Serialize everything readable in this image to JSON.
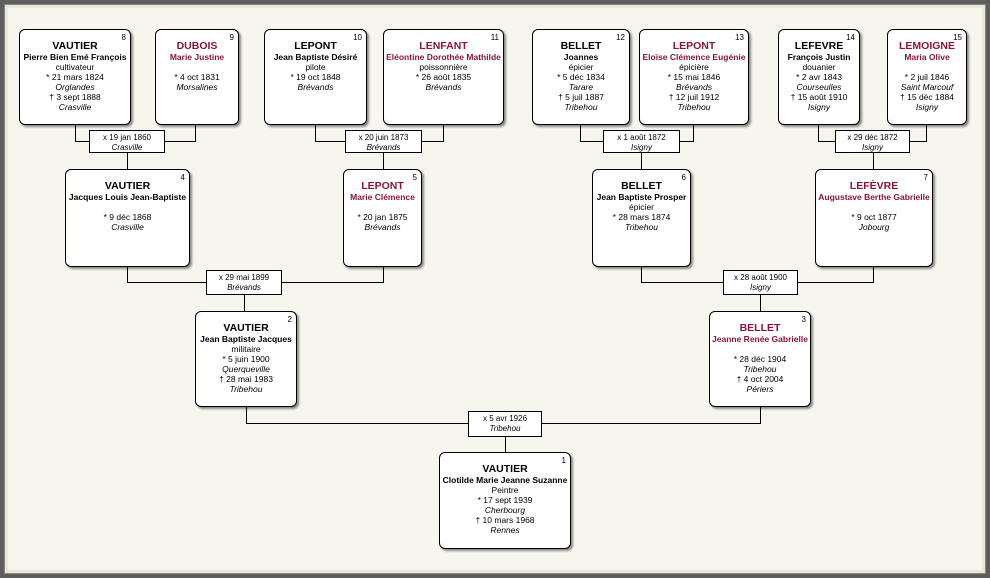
{
  "persons": [
    {
      "num": "8",
      "surname": "VAUTIER",
      "given": "Pierre Bien Emé François",
      "lines": [
        {
          "t": "cultivateur"
        },
        {
          "t": "* 21 mars 1824"
        },
        {
          "t": "Orglandes",
          "i": true
        },
        {
          "t": "† 3 sept 1888"
        },
        {
          "t": "Crasville",
          "i": true
        }
      ]
    },
    {
      "num": "9",
      "surname": "DUBOIS",
      "given": "Marie Justine",
      "lines": [
        {
          "t": ""
        },
        {
          "t": "* 4 oct 1831"
        },
        {
          "t": "Morsalines",
          "i": true
        }
      ]
    },
    {
      "num": "10",
      "surname": "LEPONT",
      "given": "Jean Baptiste Désiré",
      "lines": [
        {
          "t": "pilote"
        },
        {
          "t": "* 19 oct 1848"
        },
        {
          "t": "Brévands",
          "i": true
        }
      ]
    },
    {
      "num": "11",
      "surname": "LENFANT",
      "given": "Eléontine Dorothée Mathilde",
      "lines": [
        {
          "t": "poissonnière"
        },
        {
          "t": "* 26 août 1835"
        },
        {
          "t": "Brévands",
          "i": true
        }
      ]
    },
    {
      "num": "12",
      "surname": "BELLET",
      "given": "Joannes",
      "lines": [
        {
          "t": "épicier"
        },
        {
          "t": "* 5 déc 1834"
        },
        {
          "t": "Tarare",
          "i": true
        },
        {
          "t": "† 5 juil 1887"
        },
        {
          "t": "Tribehou",
          "i": true
        }
      ]
    },
    {
      "num": "13",
      "surname": "LEPONT",
      "given": "Eloïse Clémence Eugénie",
      "lines": [
        {
          "t": "épicière"
        },
        {
          "t": "* 15 mai 1846"
        },
        {
          "t": "Brévands",
          "i": true
        },
        {
          "t": "† 12 juil 1912"
        },
        {
          "t": "Tribehou",
          "i": true
        }
      ]
    },
    {
      "num": "14",
      "surname": "LEFEVRE",
      "given": "François Justin",
      "lines": [
        {
          "t": "douanier"
        },
        {
          "t": "* 2 avr 1843"
        },
        {
          "t": "Courseulles",
          "i": true
        },
        {
          "t": "† 15 août 1910"
        },
        {
          "t": "Isigny",
          "i": true
        }
      ]
    },
    {
      "num": "15",
      "surname": "LEMOIGNE",
      "given": "Maria Olive",
      "lines": [
        {
          "t": ""
        },
        {
          "t": "* 2 juil 1846"
        },
        {
          "t": "Saint Marcouf",
          "i": true
        },
        {
          "t": "† 15 déc 1884"
        },
        {
          "t": "Isigny",
          "i": true
        }
      ]
    },
    {
      "num": "4",
      "surname": "VAUTIER",
      "given": "Jacques Louis Jean-Baptiste",
      "lines": [
        {
          "t": ""
        },
        {
          "t": "* 9 déc 1868"
        },
        {
          "t": "Crasville",
          "i": true
        }
      ]
    },
    {
      "num": "5",
      "surname": "LEPONT",
      "given": "Marie Clémence",
      "lines": [
        {
          "t": ""
        },
        {
          "t": "* 20 jan 1875"
        },
        {
          "t": "Brévands",
          "i": true
        }
      ]
    },
    {
      "num": "6",
      "surname": "BELLET",
      "given": "Jean Baptiste Prosper",
      "lines": [
        {
          "t": "épicier"
        },
        {
          "t": "* 28 mars 1874"
        },
        {
          "t": "Tribehou",
          "i": true
        }
      ]
    },
    {
      "num": "7",
      "surname": "LEFÈVRE",
      "given": "Augustave Berthe Gabrielle",
      "lines": [
        {
          "t": ""
        },
        {
          "t": "* 9 oct 1877"
        },
        {
          "t": "Jobourg",
          "i": true
        }
      ]
    },
    {
      "num": "2",
      "surname": "VAUTIER",
      "given": "Jean Baptiste Jacques",
      "lines": [
        {
          "t": "militaire"
        },
        {
          "t": "* 5 juin 1900"
        },
        {
          "t": "Querqueville",
          "i": true
        },
        {
          "t": "† 28 mai 1983"
        },
        {
          "t": "Tribehou",
          "i": true
        }
      ]
    },
    {
      "num": "3",
      "surname": "BELLET",
      "given": "Jeanne Renée Gabrielle",
      "lines": [
        {
          "t": ""
        },
        {
          "t": "* 28 déc 1904"
        },
        {
          "t": "Tribehou",
          "i": true
        },
        {
          "t": "† 4 oct 2004"
        },
        {
          "t": "Périers",
          "i": true
        }
      ]
    },
    {
      "num": "1",
      "surname": "VAUTIER",
      "given": "Clotilde Marie Jeanne Suzanne",
      "lines": [
        {
          "t": "Peintre"
        },
        {
          "t": "* 17 sept 1939"
        },
        {
          "t": "Cherbourg",
          "i": true
        },
        {
          "t": "† 10 mars 1968"
        },
        {
          "t": "Rennes",
          "i": true
        }
      ]
    }
  ],
  "marriages": [
    {
      "date": "x 19 jan 1860",
      "place": "Crasville"
    },
    {
      "date": "x 20 juin 1873",
      "place": "Brévands"
    },
    {
      "date": "x 1 août 1872",
      "place": "Isigny"
    },
    {
      "date": "x 29 déc 1872",
      "place": "Isigny"
    },
    {
      "date": "x 29 mai 1899",
      "place": "Brévands"
    },
    {
      "date": "x 28 août 1900",
      "place": "Isigny"
    },
    {
      "date": "x 5 avr 1926",
      "place": "Tribehou"
    }
  ]
}
